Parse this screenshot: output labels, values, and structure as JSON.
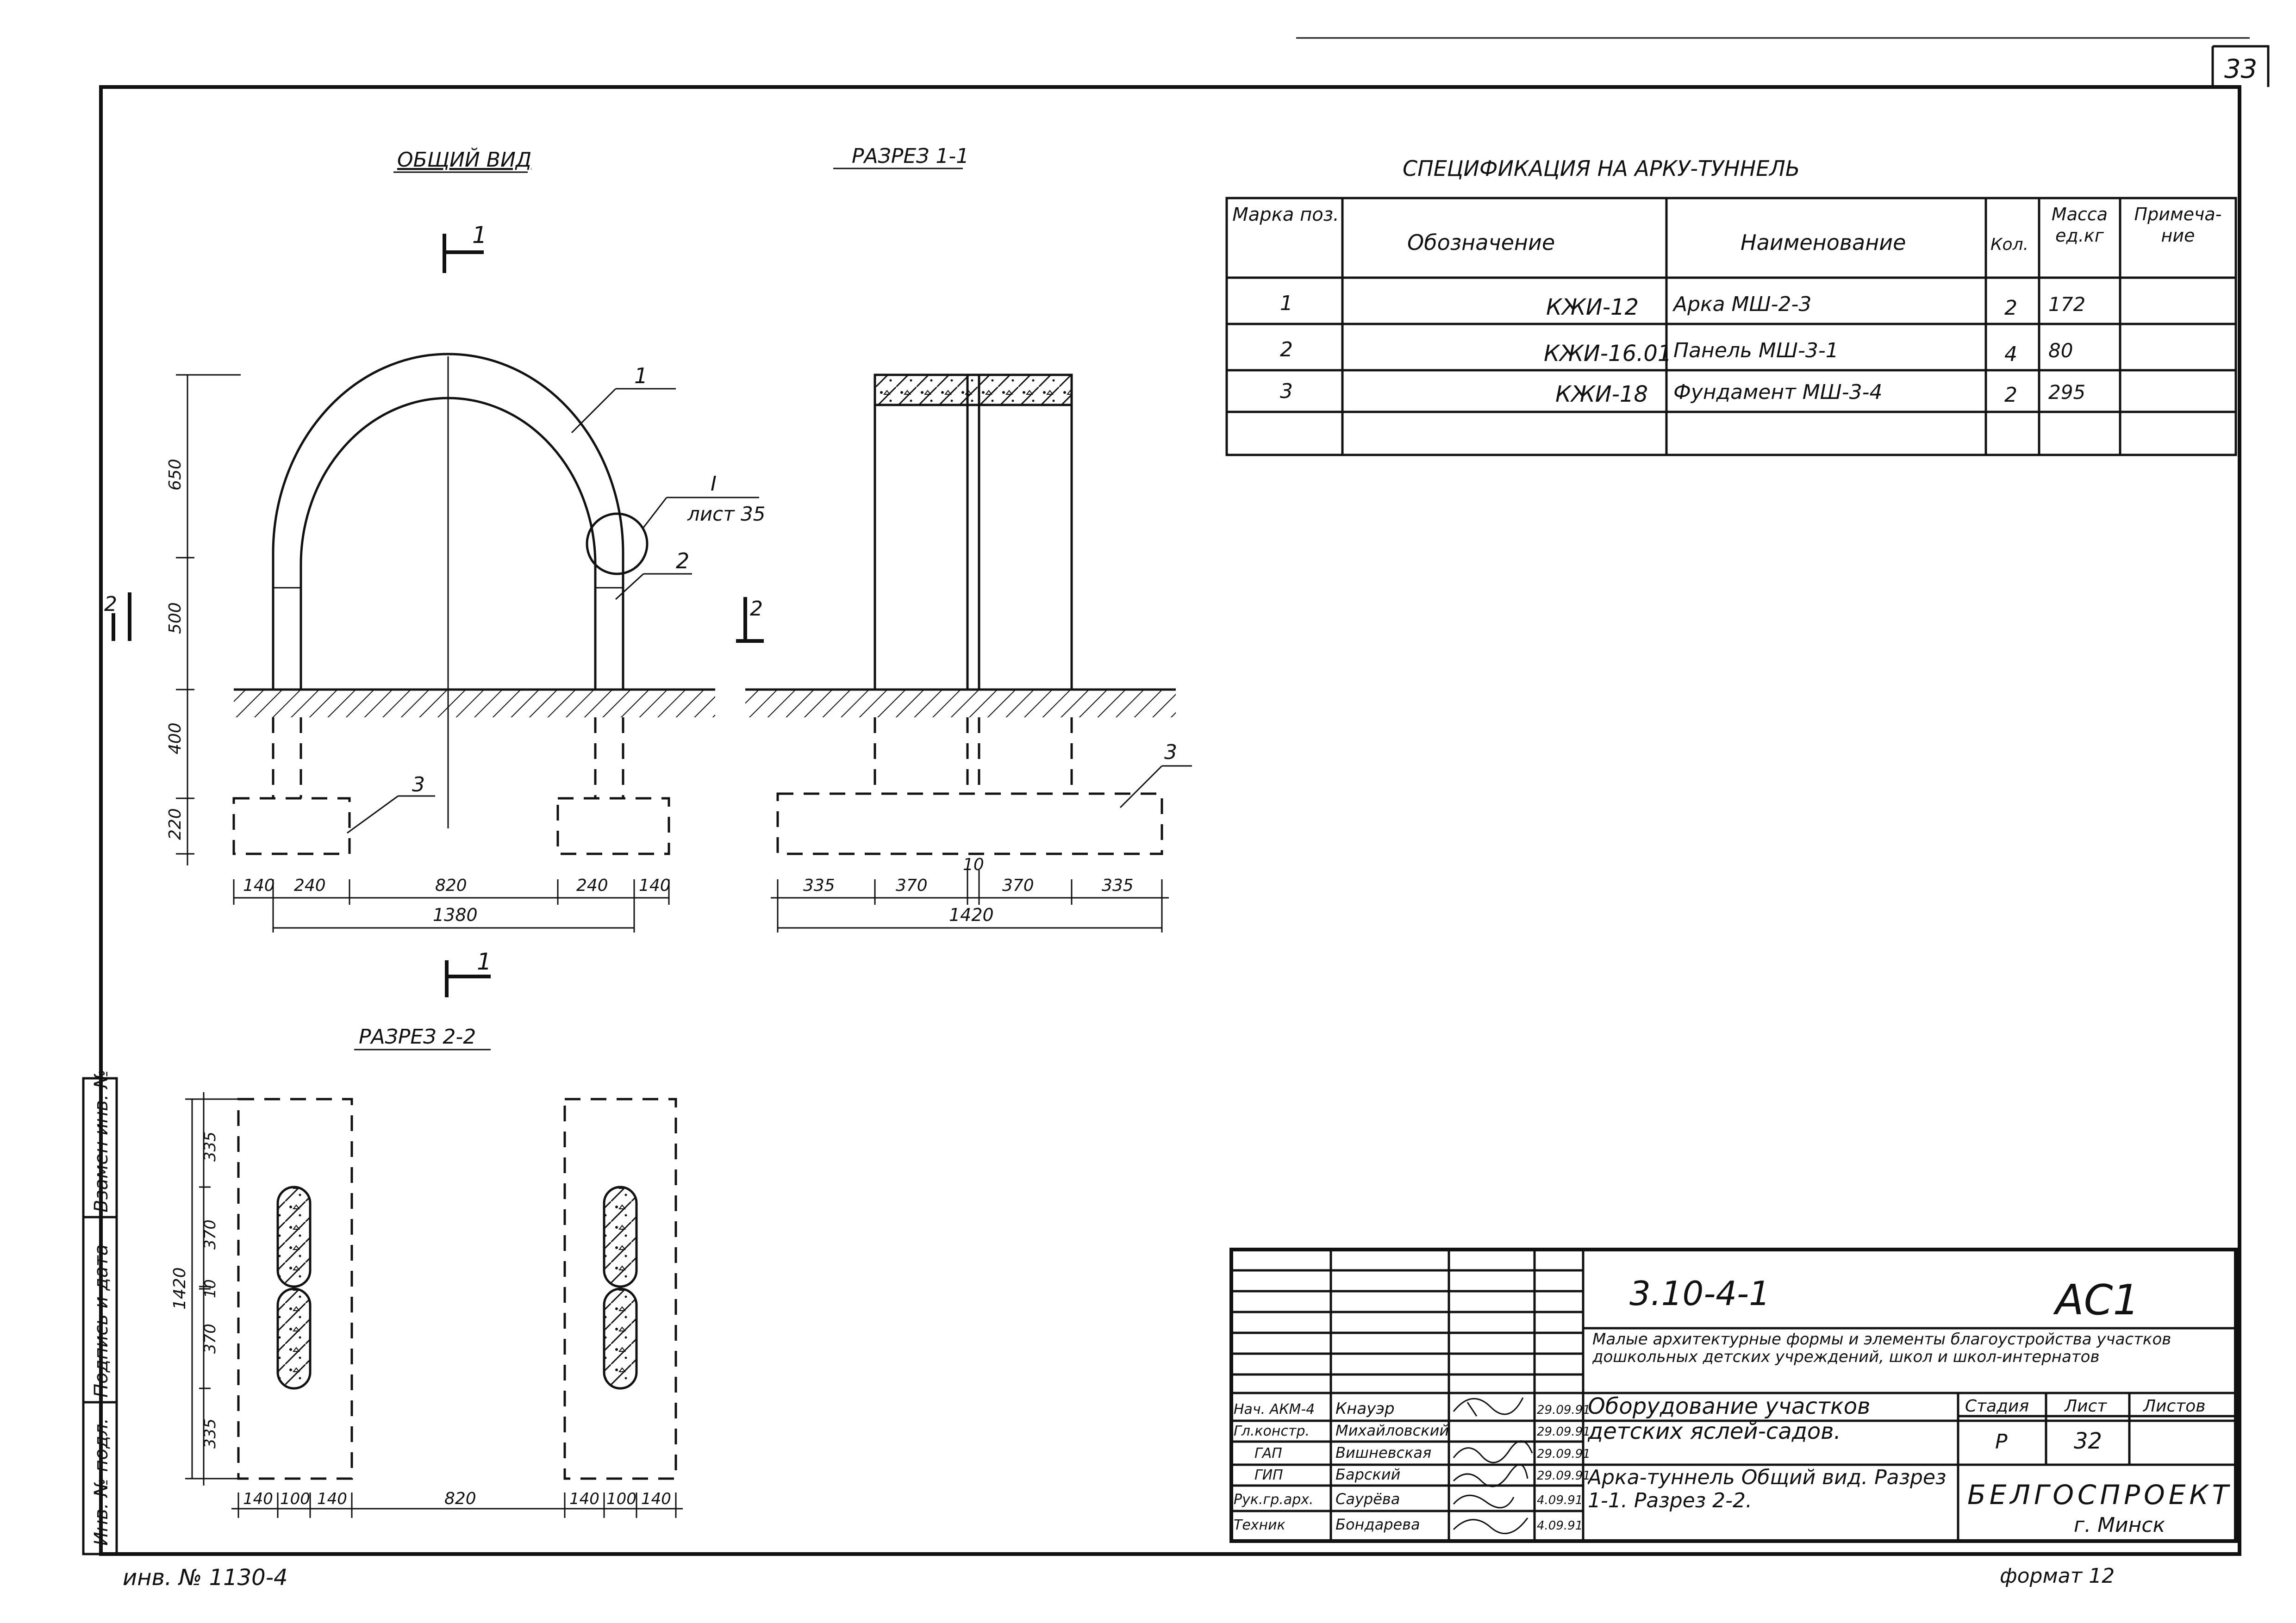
{
  "sheet_number": "33",
  "inventory_note": "инв. № 1130-4",
  "format_note": "формат 12",
  "side_stamp": [
    "Инв. № подл.",
    "Подпись и дата",
    "Взамен инв. №"
  ],
  "views": {
    "general_title": "ОБЩИЙ ВИД",
    "section11_title": "РАЗРЕЗ 1-1",
    "section22_title": "РАЗРЕЗ 2-2",
    "cut_1": "1",
    "cut_2": "2",
    "callout_1": "1",
    "callout_2": "2",
    "callout_3": "3",
    "node_ref_num": "I",
    "node_ref_sheet": "лист 35",
    "dims_general": {
      "h650": "650",
      "h500": "500",
      "h400": "400",
      "h220": "220",
      "w140a": "140",
      "w240a": "240",
      "w820": "820",
      "w240b": "240",
      "w140b": "140",
      "total": "1380"
    },
    "dims_section11": {
      "w335a": "335",
      "w370a": "370",
      "w10": "10",
      "w370b": "370",
      "w335b": "335",
      "total": "1420"
    },
    "dims_section22": {
      "h335a": "335",
      "h370a": "370",
      "h10": "10",
      "h370b": "370",
      "h335b": "335",
      "total": "1420",
      "w140a": "140",
      "w100a": "100",
      "w140b": "140",
      "w820": "820",
      "w140c": "140",
      "w100b": "100",
      "w140d": "140"
    }
  },
  "spec": {
    "title": "СПЕЦИФИКАЦИЯ НА АРКУ-ТУННЕЛЬ",
    "headers": {
      "mark": "Марка поз.",
      "designation": "Обозначение",
      "name": "Наименование",
      "qty": "Кол.",
      "mass": "Масса ед.кг",
      "note": "Примеча-ние"
    },
    "rows": [
      {
        "mark": "1",
        "designation": "КЖИ-12",
        "name": "Арка МШ-2-3",
        "qty": "2",
        "mass": "172",
        "note": ""
      },
      {
        "mark": "2",
        "designation": "КЖИ-16.01",
        "name": "Панель МШ-3-1",
        "qty": "4",
        "mass": "80",
        "note": ""
      },
      {
        "mark": "3",
        "designation": "КЖИ-18",
        "name": "Фундамент МШ-3-4",
        "qty": "2",
        "mass": "295",
        "note": ""
      }
    ]
  },
  "title_block": {
    "code": "3.10-4-1",
    "sheet_mark": "АС1",
    "series_desc": "Малые архитектурные формы и элементы благоустройства участков дошкольных детских учреждений, школ и школ-интернатов",
    "project_title": "Оборудование участков детских яслей-садов.",
    "drawing_title": "Арка-туннель Общий вид. Разрез 1-1. Разрез 2-2.",
    "stage_label": "Стадия",
    "sheet_label": "Лист",
    "sheets_label": "Листов",
    "stage_value": "Р",
    "sheet_value": "32",
    "org": "БЕЛГОСПРОЕКТ",
    "city": "г. Минск",
    "signers": [
      {
        "role": "Нач. АКМ-4",
        "name": "Кнауэр",
        "date": "29.09.91"
      },
      {
        "role": "Гл.констр.",
        "name": "Михайловский",
        "date": "29.09.91"
      },
      {
        "role": "ГАП",
        "name": "Вишневская",
        "date": "29.09.91"
      },
      {
        "role": "ГИП",
        "name": "Барский",
        "date": "29.09.91"
      },
      {
        "role": "Рук.гр.арх.",
        "name": "Саурёва",
        "date": "4.09.91"
      },
      {
        "role": "Техник",
        "name": "Бондарева",
        "date": "4.09.91"
      }
    ]
  }
}
